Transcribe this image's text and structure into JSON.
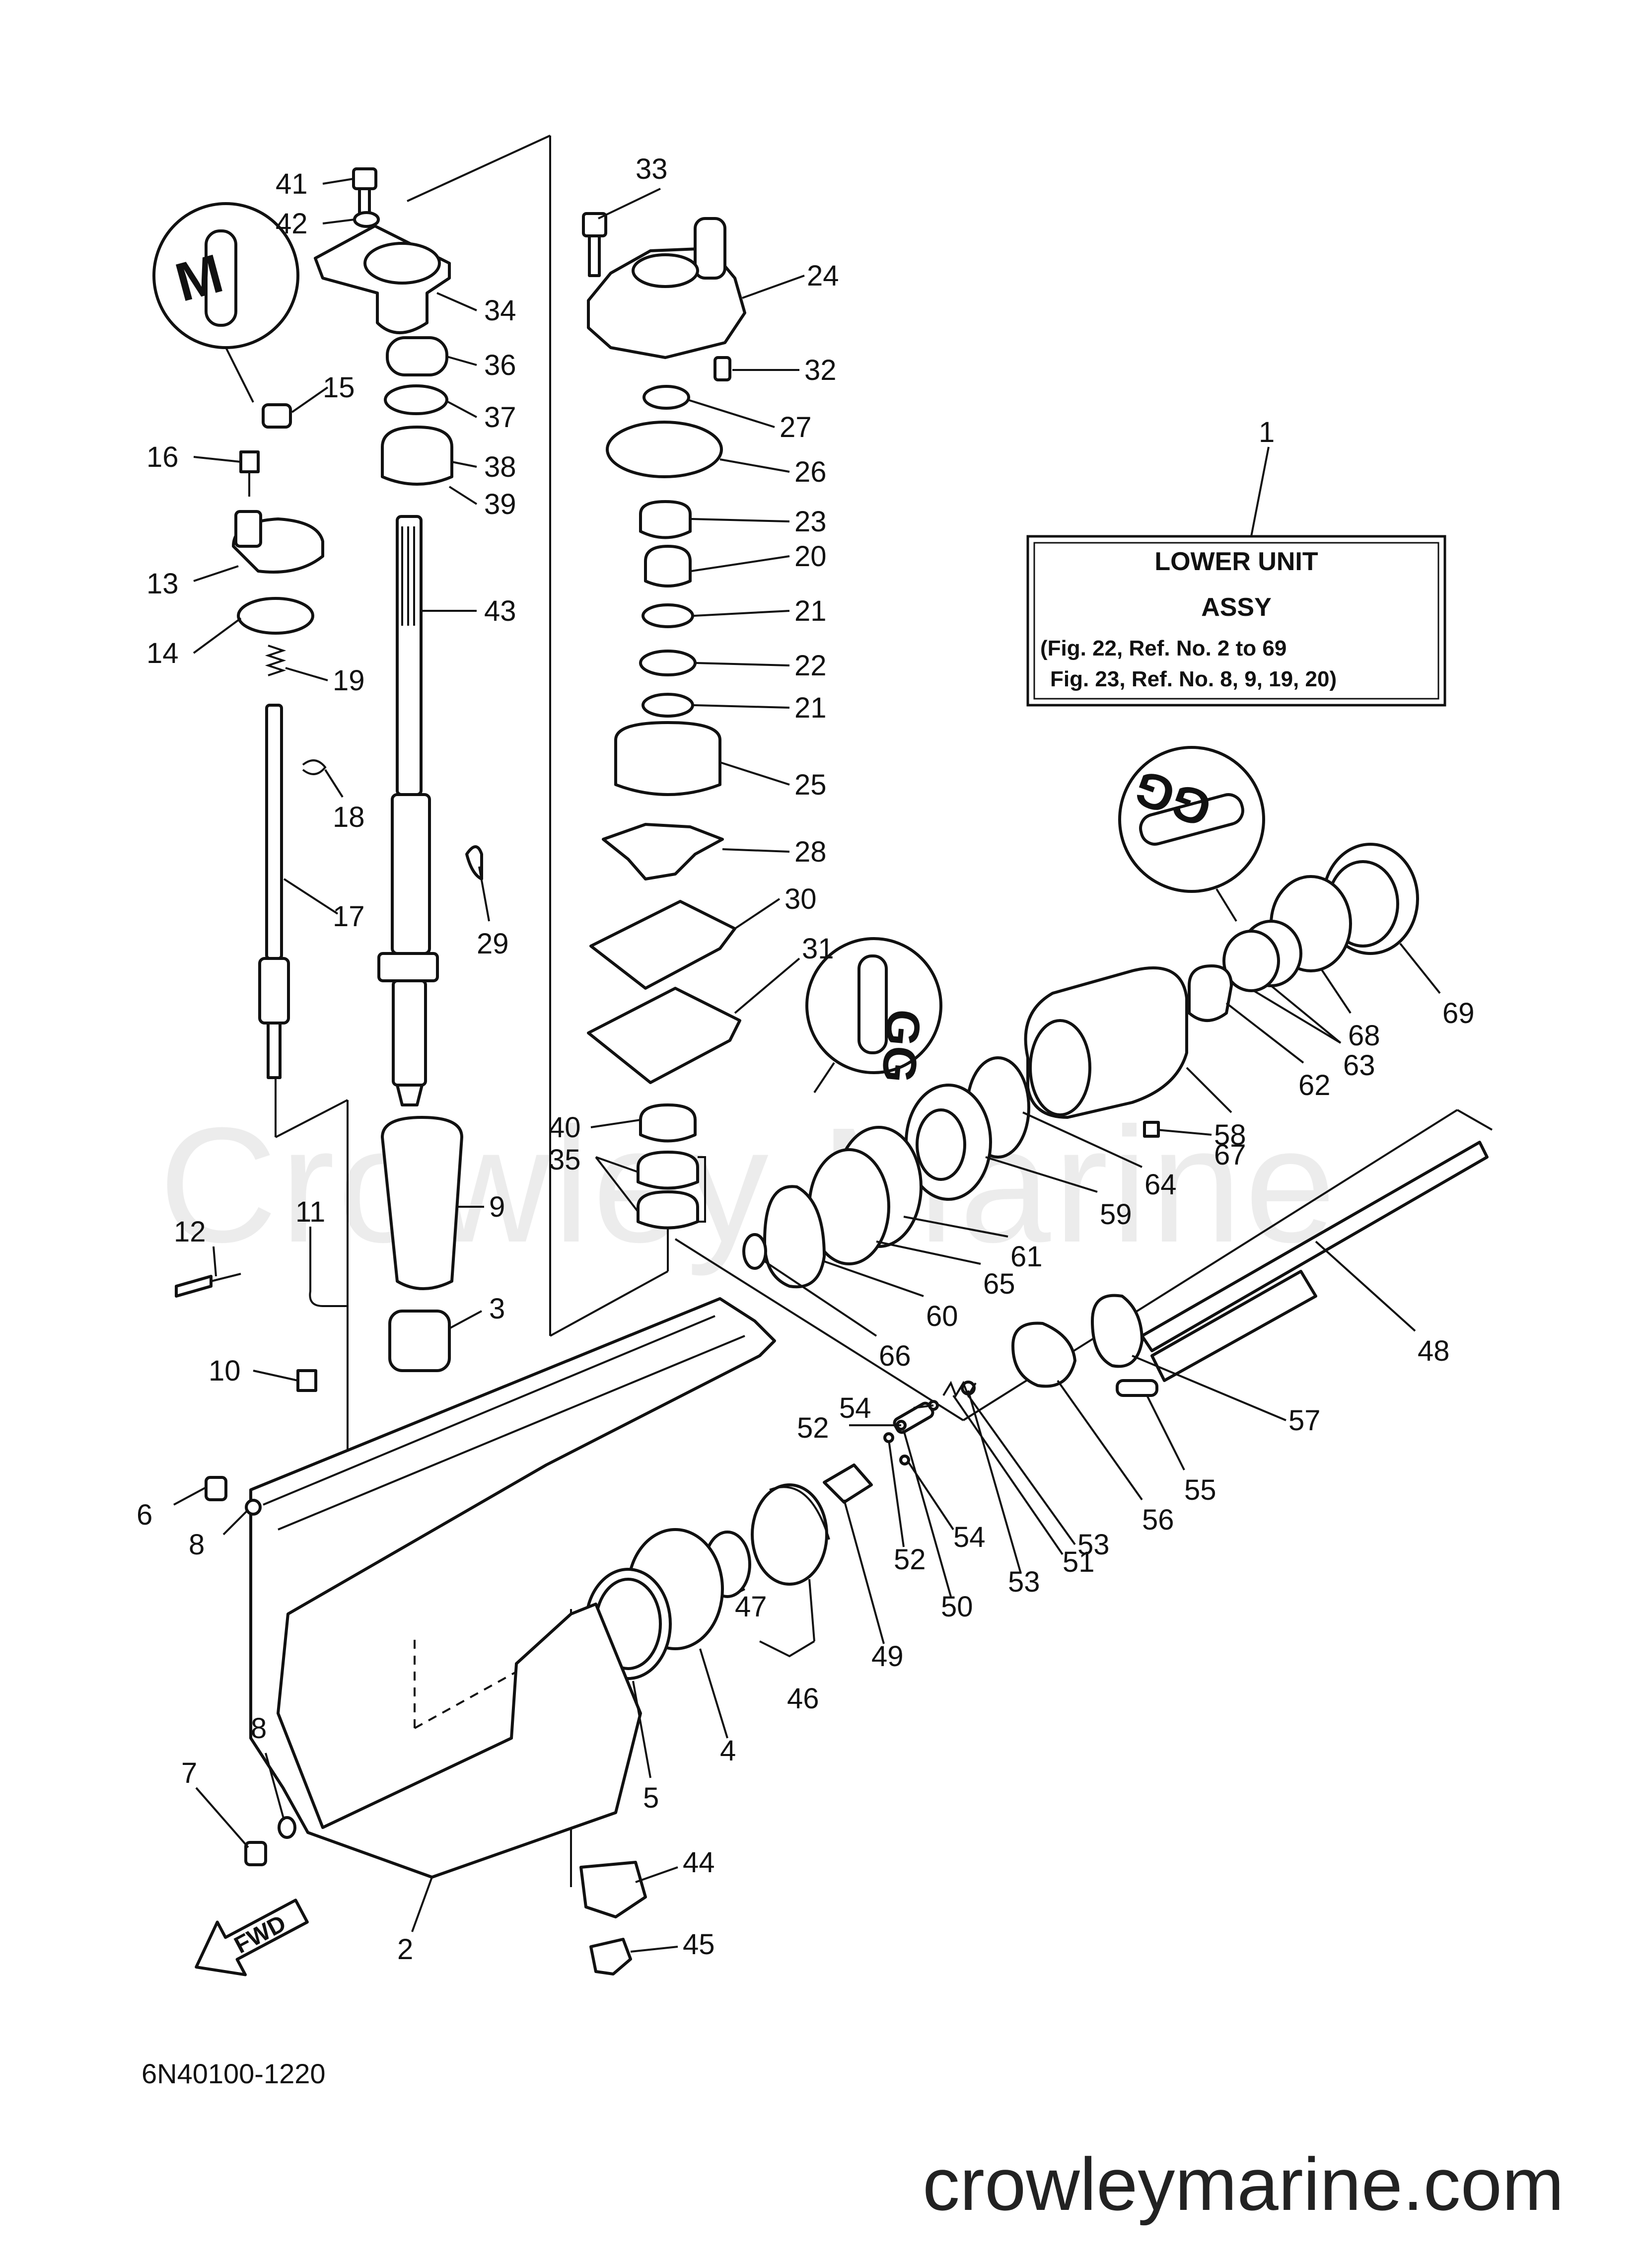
{
  "info_box": {
    "ref_number": "1",
    "title_line1": "LOWER UNIT",
    "title_line2": "ASSY",
    "ref_line1": "(Fig. 22, Ref. No. 2 to 69",
    "ref_line2": "Fig. 23, Ref. No. 8, 9, 19, 20)"
  },
  "diagram_code": "6N40100-1220",
  "watermark": "Crowley Marine",
  "footer_site": "crowleymarine.com",
  "fwd_label": "FWD",
  "sealant_symbols": {
    "left": "M",
    "right_upper": "GG",
    "right_lower": "GG"
  },
  "callouts": {
    "c41": "41",
    "c42": "42",
    "c33": "33",
    "c24": "24",
    "c34": "34",
    "c36": "36",
    "c32": "32",
    "c15": "15",
    "c37": "37",
    "c27": "27",
    "c16": "16",
    "c38": "38",
    "c26": "26",
    "c39": "39",
    "c23": "23",
    "c13": "13",
    "c20": "20",
    "c43": "43",
    "c21a": "21",
    "c14": "14",
    "c19": "19",
    "c22": "22",
    "c21b": "21",
    "c18": "18",
    "c25": "25",
    "c28": "28",
    "c17": "17",
    "c29": "29",
    "c30": "30",
    "c31": "31",
    "c69": "69",
    "c68": "68",
    "c62": "62",
    "c63": "63",
    "c58": "58",
    "c40": "40",
    "c67": "67",
    "c35": "35",
    "c64": "64",
    "c59": "59",
    "c9": "9",
    "c11": "11",
    "c61": "61",
    "c12": "12",
    "c65": "65",
    "c60": "60",
    "c3": "3",
    "c66": "66",
    "c48": "48",
    "c10": "10",
    "c54a": "54",
    "c52a": "52",
    "c57": "57",
    "c55": "55",
    "c6": "6",
    "c56": "56",
    "c8a": "8",
    "c54b": "54",
    "c53a": "53",
    "c52b": "52",
    "c51": "51",
    "c53b": "53",
    "c47": "47",
    "c50": "50",
    "c49": "49",
    "c46": "46",
    "c8b": "8",
    "c4": "4",
    "c7": "7",
    "c5": "5",
    "c44": "44",
    "c2": "2",
    "c45": "45"
  }
}
